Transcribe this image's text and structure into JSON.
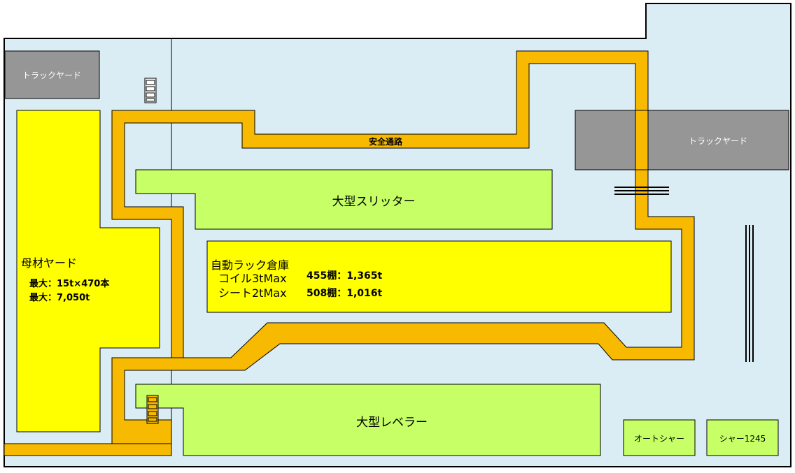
{
  "floor_plan": {
    "truck_yard_left": "トラックヤード",
    "truck_yard_right": "トラックヤード",
    "safety_path": "安全通路",
    "material_yard": {
      "title": "母材ヤード",
      "line1": "最大：15t×470本",
      "line2": "最大：7,050t"
    },
    "slitter": "大型スリッター",
    "auto_rack": {
      "title": "自動ラック倉庫",
      "coil": "コイル3tMax",
      "sheet": "シート2tMax",
      "coil_capacity": "455棚：1,365t",
      "sheet_capacity": "508棚：1,016t"
    },
    "leveler": "大型レベラー",
    "auto_shear": "オートシャー",
    "shear_1245": "シャー1245"
  },
  "colors": {
    "floor": "#dbedf4",
    "walkway": "#f7ba00",
    "yellow_zone": "#ffff00",
    "green_machine": "#c6ff66",
    "truck_yard": "#969696"
  }
}
